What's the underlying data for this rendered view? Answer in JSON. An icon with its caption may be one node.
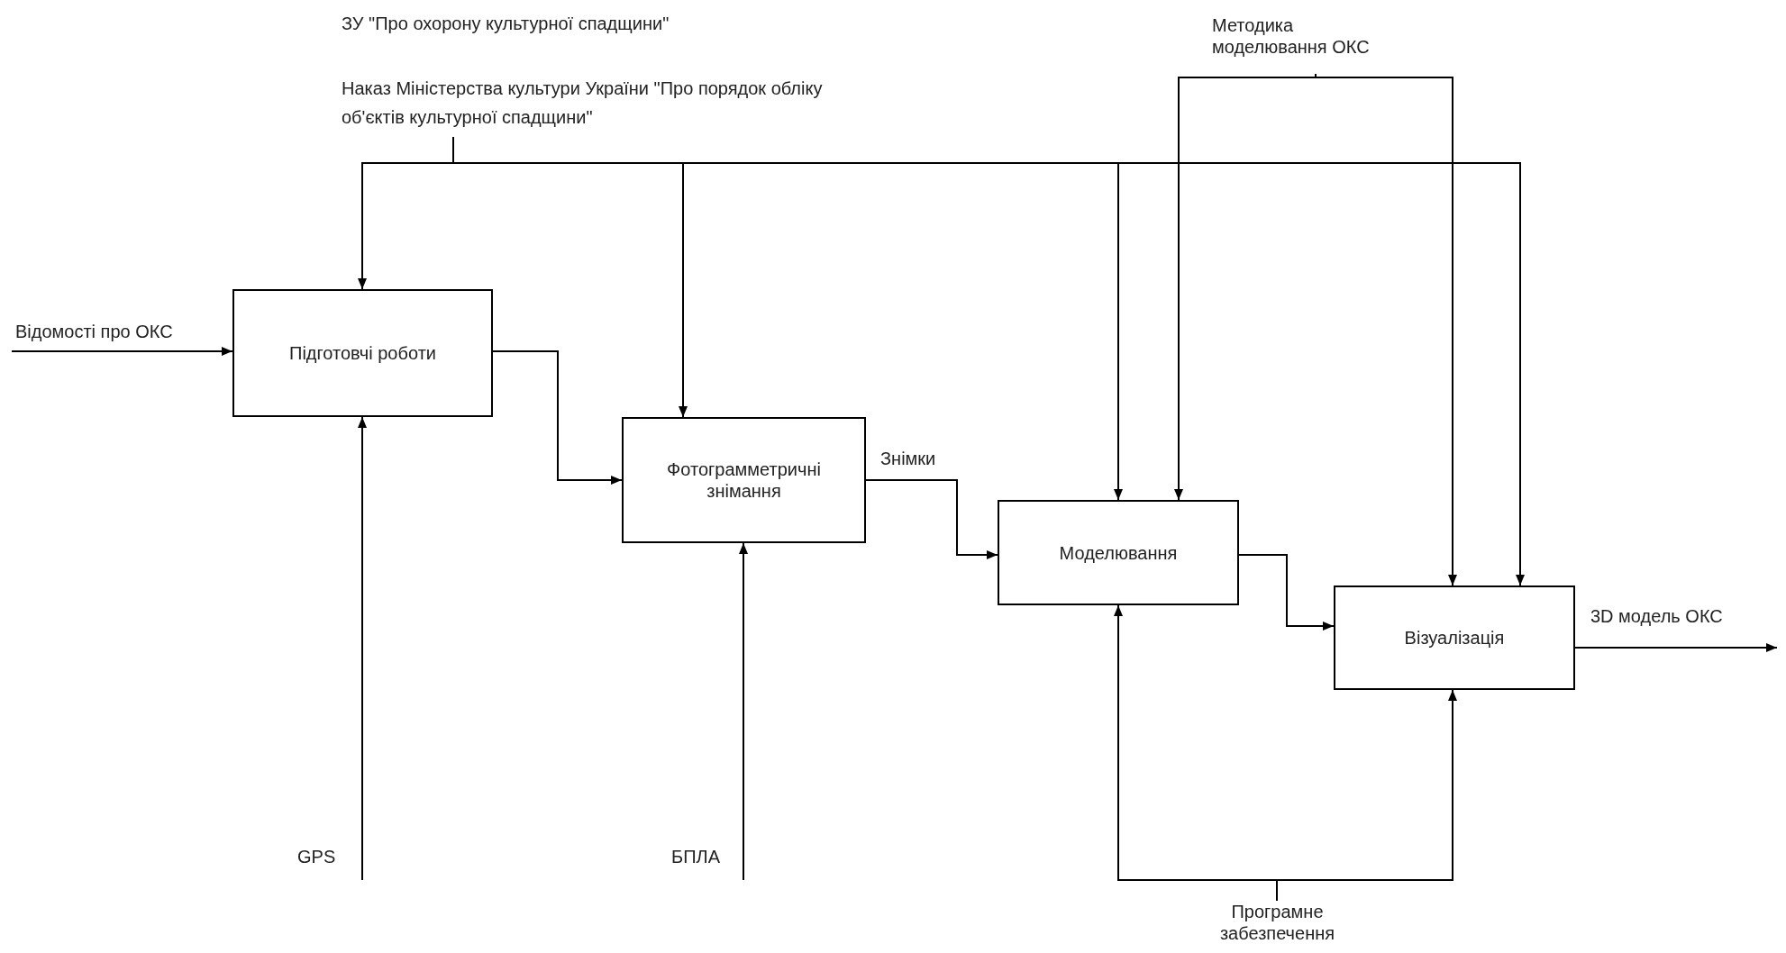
{
  "diagram": {
    "nodes": [
      {
        "text": [
          "ЗУ \"Про охорону культурної спадщини\"",
          "Наказ Міністерства культури України \"Про порядок обліку об'єктів культурної спадщини\""
        ]
      },
      {
        "text": [
          "Методика моделювання ОКС"
        ]
      },
      {
        "text": [
          "Підготовчі роботи"
        ]
      },
      {
        "text": [
          "Фотограмметричні знімання"
        ]
      },
      {
        "text": [
          "Моделювання"
        ]
      },
      {
        "text": [
          "Візуалізація"
        ]
      },
      {
        "text": [
          "GPS"
        ]
      },
      {
        "text": [
          "БПЛА"
        ]
      },
      {
        "text": [
          "Програмне забезпечення"
        ]
      }
    ],
    "edges": [
      {
        "from": null,
        "to": 2,
        "arrow": "to",
        "label": "Відомості про ОКС"
      },
      {
        "from": 0,
        "to": 2,
        "arrow": "to"
      },
      {
        "from": 0,
        "to": 3,
        "arrow": "to"
      },
      {
        "from": 0,
        "to": 4,
        "arrow": "to"
      },
      {
        "from": 0,
        "to": 5,
        "arrow": "to"
      },
      {
        "from": 1,
        "to": 4,
        "arrow": "to"
      },
      {
        "from": 1,
        "to": 5,
        "arrow": "to"
      },
      {
        "from": 6,
        "to": 2,
        "arrow": "to"
      },
      {
        "from": 7,
        "to": 3,
        "arrow": "to"
      },
      {
        "from": 2,
        "to": 3,
        "arrow": "to"
      },
      {
        "from": 3,
        "to": 4,
        "arrow": "to",
        "label": "Знімки"
      },
      {
        "from": 4,
        "to": 5,
        "arrow": "to"
      },
      {
        "from": 8,
        "to": 4,
        "arrow": "to"
      },
      {
        "from": 8,
        "to": 5,
        "arrow": "to"
      },
      {
        "from": 5,
        "to": null,
        "arrow": "to",
        "label": "3D модель ОКС"
      }
    ]
  }
}
